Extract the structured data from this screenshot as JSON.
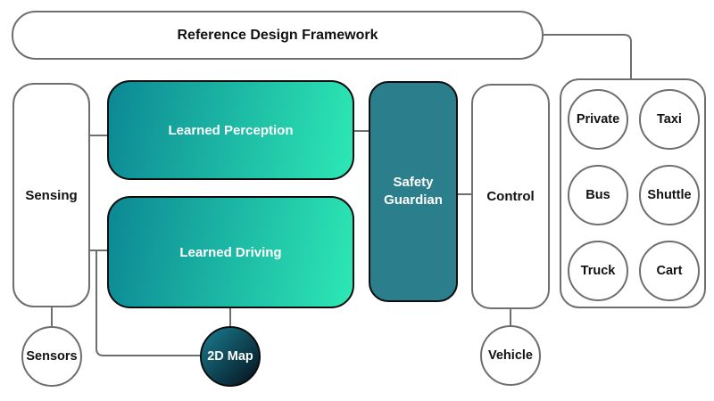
{
  "title": "Reference Design Framework",
  "nodes": {
    "sensing": "Sensing",
    "learned_perception": "Learned Perception",
    "learned_driving": "Learned Driving",
    "safety_guardian": "Safety Guardian",
    "control": "Control",
    "sensors": "Sensors",
    "map_2d": "2D Map",
    "vehicle": "Vehicle"
  },
  "vehicle_types": [
    "Private",
    "Taxi",
    "Bus",
    "Shuttle",
    "Truck",
    "Cart"
  ],
  "colors": {
    "grad_start": "#0C8894",
    "grad_end": "#2DE8B4",
    "solid_teal": "#2B7E8C",
    "map_start": "#1A7E92",
    "map_end": "#04101A",
    "line_gray": "#6E6E6E",
    "ink": "#111111",
    "node_text_light": "#FFFFFF"
  }
}
